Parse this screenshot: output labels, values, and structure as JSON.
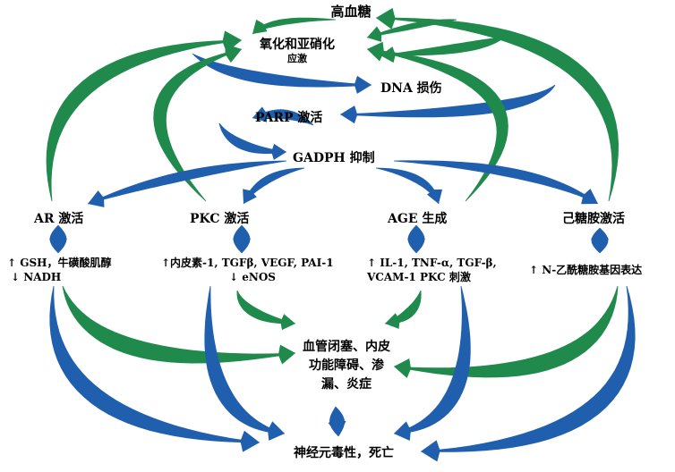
{
  "nodes": {
    "hyperglycemia": "高血糖",
    "oxidative_stress_line1": "氧化和亚硝化",
    "oxidative_stress_line2": "应激",
    "dna_damage": "DNA 损伤",
    "parp": "PARP 激活",
    "gadph": "GADPH 抑制",
    "ar": "AR 激活",
    "pkc": "PKC 激活",
    "age": "AGE 生成",
    "hexosamine": "己糖胺激活",
    "ar_effect_line1": "↑ GSH，牛磺酸肌醇",
    "ar_effect_line2": "↓ NADH",
    "pkc_effect_line1": "↑内皮素-1, TGFβ, VEGF, PAI-1",
    "pkc_effect_line2": "↓ eNOS",
    "age_effect_line1": "↑ IL-1, TNF-α, TGF-β,",
    "age_effect_line2": "VCAM-1 PKC 刺激",
    "hex_effect": "↑ N-乙酰糖胺基因表达",
    "vascular_line1": "血管闭塞、内皮",
    "vascular_line2": "功能障碍、渗",
    "vascular_line3": "漏、炎症",
    "neurotoxicity": "神经元毒性，死亡"
  },
  "colors": {
    "blue": "#1f5fae",
    "green": "#1f8a4c"
  }
}
